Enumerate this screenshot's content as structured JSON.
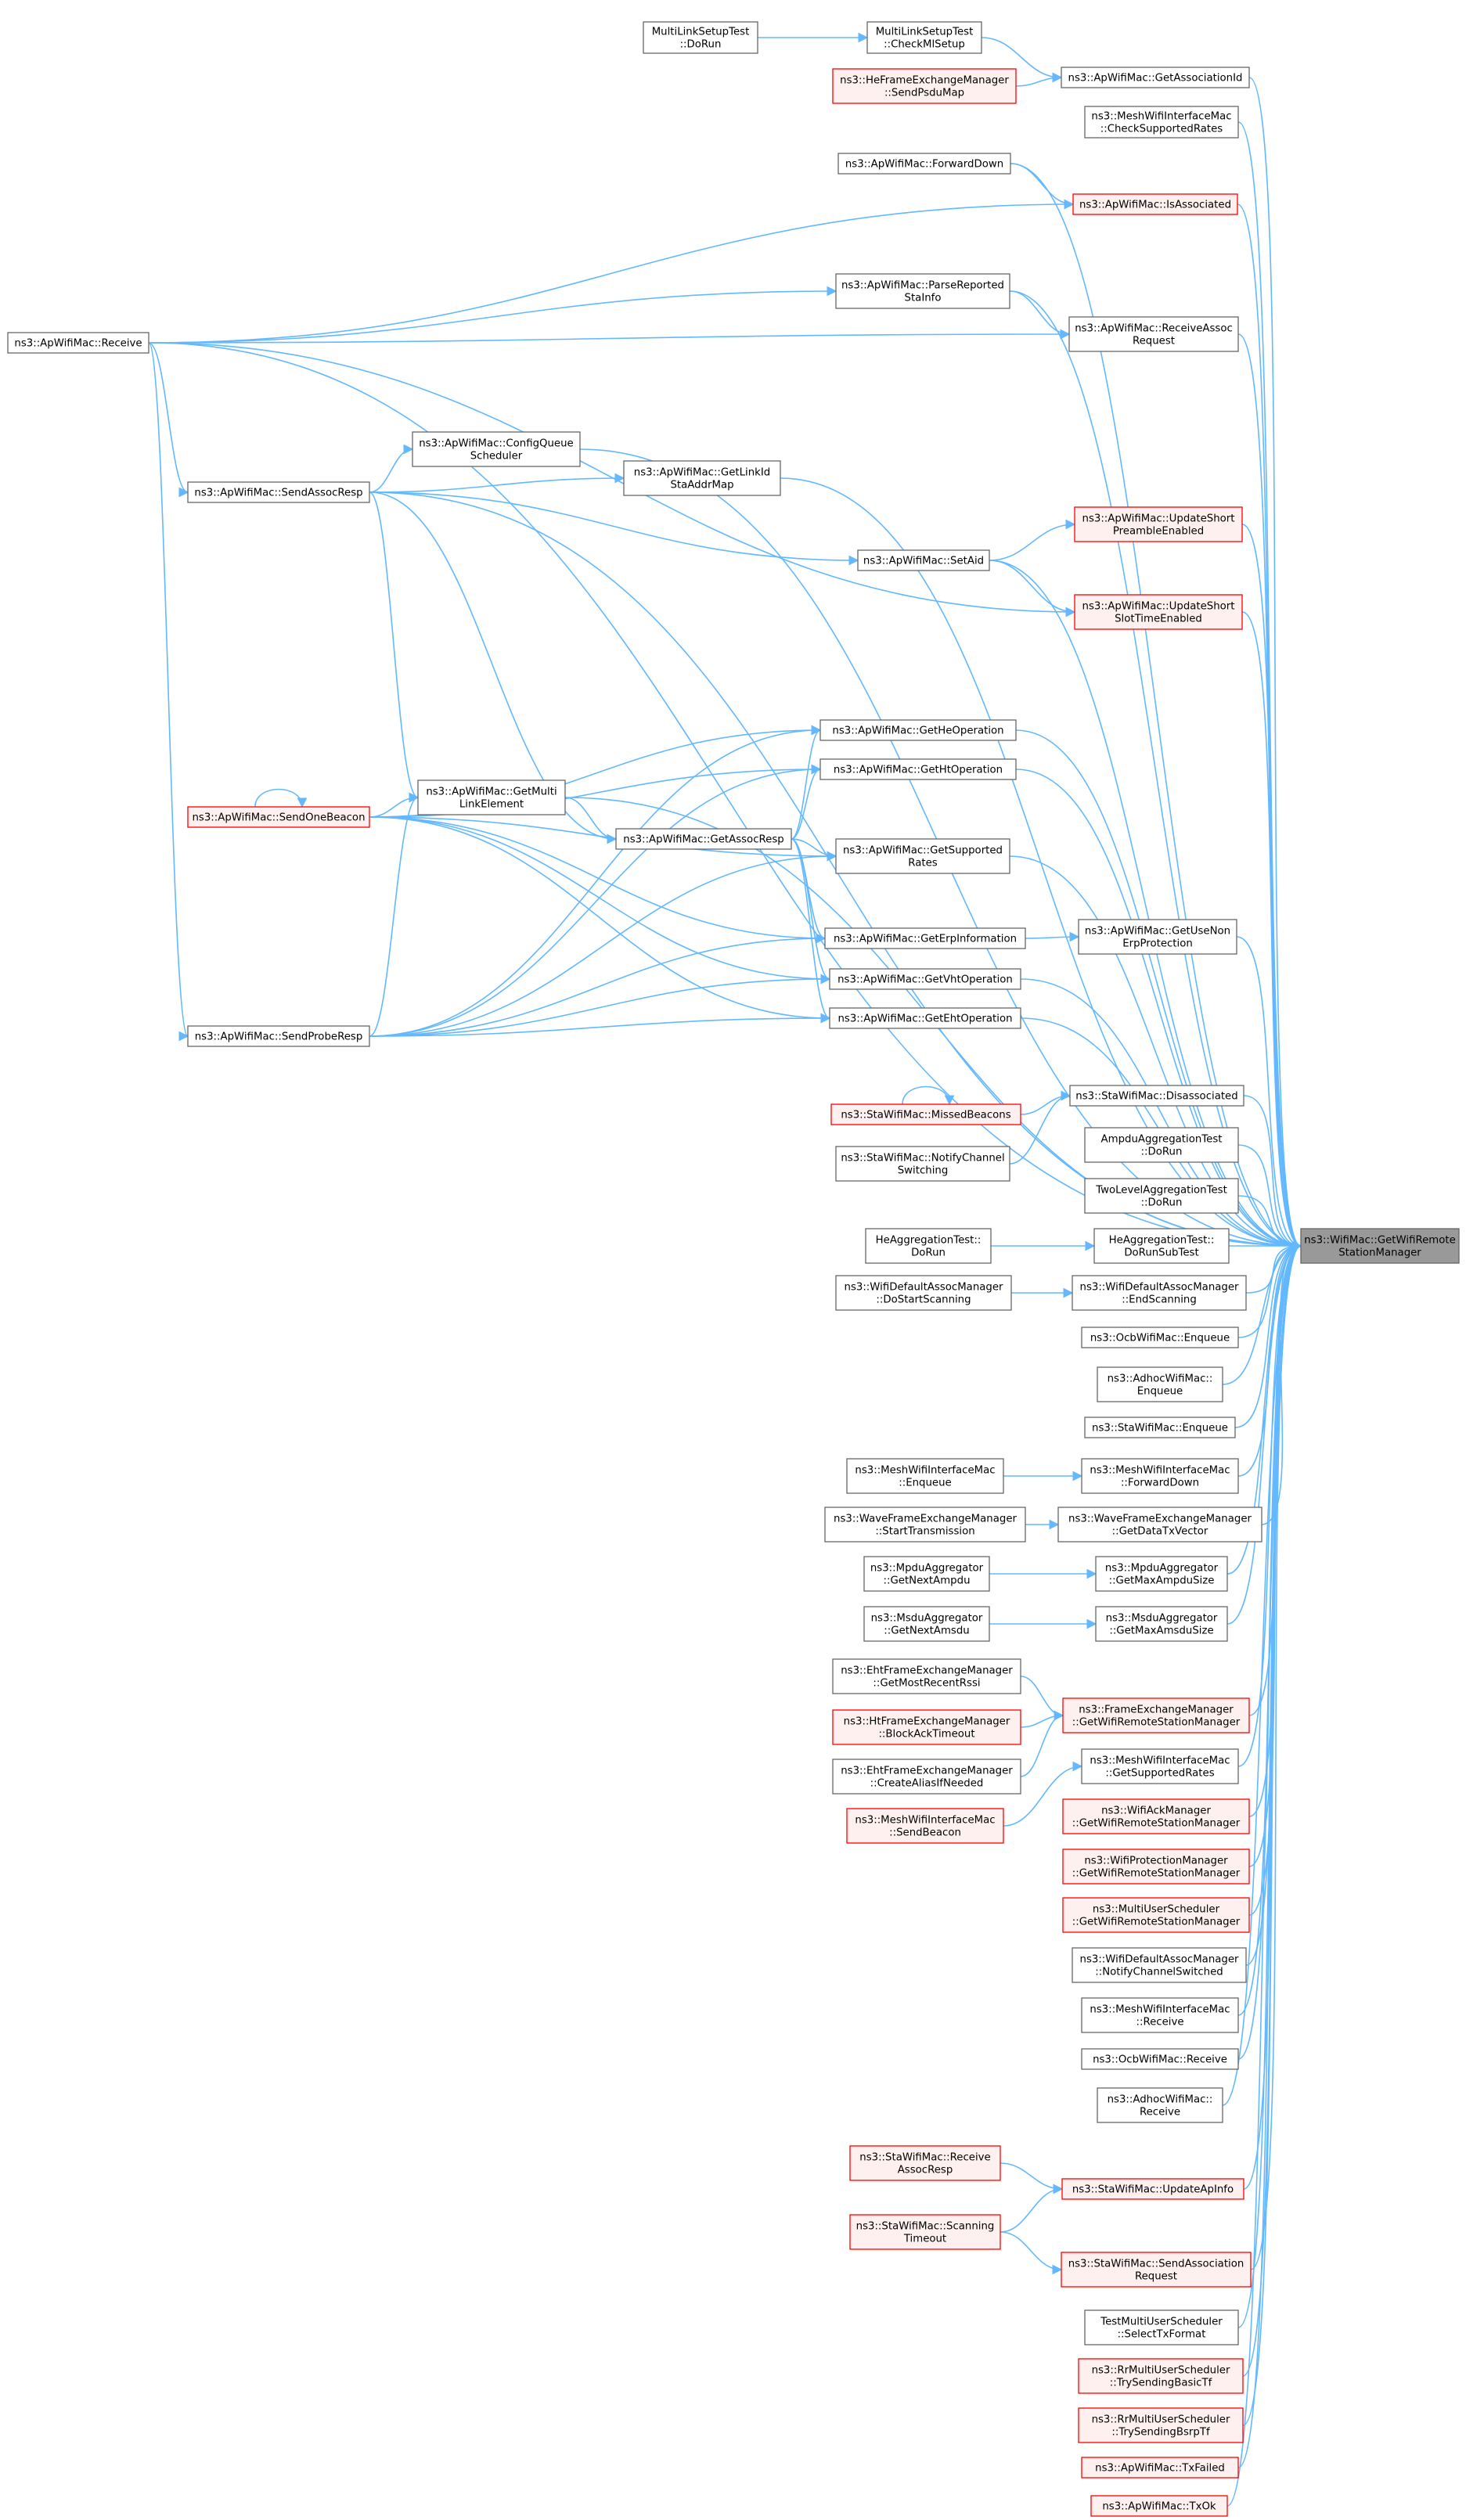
{
  "colors": {
    "edge": "#63b8ff",
    "normal_fill": "#ffffff",
    "normal_border": "#666666",
    "truncated_fill": "#fff0f0",
    "truncated_border": "#ff0000",
    "root_fill": "#999999",
    "root_border": "#666666"
  },
  "nodes": [
    {
      "id": "multilink_dorun",
      "lines": [
        "MultiLinkSetupTest",
        "::DoRun"
      ],
      "style": "normal"
    },
    {
      "id": "multilink_checkml",
      "lines": [
        "MultiLinkSetupTest",
        "::CheckMlSetup"
      ],
      "style": "normal"
    },
    {
      "id": "he_sendpsdumap",
      "lines": [
        "ns3::HeFrameExchangeManager",
        "::SendPsduMap"
      ],
      "style": "truncated"
    },
    {
      "id": "ap_getassociationid",
      "lines": [
        "ns3::ApWifiMac::GetAssociationId"
      ],
      "style": "normal"
    },
    {
      "id": "mesh_checksupportedrates",
      "lines": [
        "ns3::MeshWifiInterfaceMac",
        "::CheckSupportedRates"
      ],
      "style": "normal"
    },
    {
      "id": "ap_forwarddown",
      "lines": [
        "ns3::ApWifiMac::ForwardDown"
      ],
      "style": "normal"
    },
    {
      "id": "ap_isassociated",
      "lines": [
        "ns3::ApWifiMac::IsAssociated"
      ],
      "style": "truncated"
    },
    {
      "id": "ap_parsereported",
      "lines": [
        "ns3::ApWifiMac::ParseReported",
        "StaInfo"
      ],
      "style": "normal"
    },
    {
      "id": "ap_receive",
      "lines": [
        "ns3::ApWifiMac::Receive"
      ],
      "style": "normal"
    },
    {
      "id": "ap_receiveassoc",
      "lines": [
        "ns3::ApWifiMac::ReceiveAssoc",
        "Request"
      ],
      "style": "normal"
    },
    {
      "id": "ap_configqueue",
      "lines": [
        "ns3::ApWifiMac::ConfigQueue",
        "Scheduler"
      ],
      "style": "normal"
    },
    {
      "id": "ap_getlinkid",
      "lines": [
        "ns3::ApWifiMac::GetLinkId",
        "StaAddrMap"
      ],
      "style": "normal"
    },
    {
      "id": "ap_sendassocresp",
      "lines": [
        "ns3::ApWifiMac::SendAssocResp"
      ],
      "style": "normal"
    },
    {
      "id": "ap_updateshortpreamble",
      "lines": [
        "ns3::ApWifiMac::UpdateShort",
        "PreambleEnabled"
      ],
      "style": "truncated"
    },
    {
      "id": "ap_setaid",
      "lines": [
        "ns3::ApWifiMac::SetAid"
      ],
      "style": "normal"
    },
    {
      "id": "ap_updateshortslot",
      "lines": [
        "ns3::ApWifiMac::UpdateShort",
        "SlotTimeEnabled"
      ],
      "style": "truncated"
    },
    {
      "id": "ap_getheoperation",
      "lines": [
        "ns3::ApWifiMac::GetHeOperation"
      ],
      "style": "normal"
    },
    {
      "id": "ap_gethtoperation",
      "lines": [
        "ns3::ApWifiMac::GetHtOperation"
      ],
      "style": "normal"
    },
    {
      "id": "ap_getmultilink",
      "lines": [
        "ns3::ApWifiMac::GetMulti",
        "LinkElement"
      ],
      "style": "normal"
    },
    {
      "id": "ap_sendonebeacon",
      "lines": [
        "ns3::ApWifiMac::SendOneBeacon"
      ],
      "style": "truncated"
    },
    {
      "id": "ap_getassocresp",
      "lines": [
        "ns3::ApWifiMac::GetAssocResp"
      ],
      "style": "normal"
    },
    {
      "id": "ap_getsupportedrates",
      "lines": [
        "ns3::ApWifiMac::GetSupported",
        "Rates"
      ],
      "style": "normal"
    },
    {
      "id": "ap_geterpinfo",
      "lines": [
        "ns3::ApWifiMac::GetErpInformation"
      ],
      "style": "normal"
    },
    {
      "id": "ap_getusenonerp",
      "lines": [
        "ns3::ApWifiMac::GetUseNon",
        "ErpProtection"
      ],
      "style": "normal"
    },
    {
      "id": "ap_getvhtoperation",
      "lines": [
        "ns3::ApWifiMac::GetVhtOperation"
      ],
      "style": "normal"
    },
    {
      "id": "ap_sendproberesp",
      "lines": [
        "ns3::ApWifiMac::SendProbeResp"
      ],
      "style": "normal"
    },
    {
      "id": "ap_getehtoperation",
      "lines": [
        "ns3::ApWifiMac::GetEhtOperation"
      ],
      "style": "normal"
    },
    {
      "id": "sta_missedbeacons",
      "lines": [
        "ns3::StaWifiMac::MissedBeacons"
      ],
      "style": "truncated"
    },
    {
      "id": "sta_disassociated",
      "lines": [
        "ns3::StaWifiMac::Disassociated"
      ],
      "style": "normal"
    },
    {
      "id": "sta_notifychannel",
      "lines": [
        "ns3::StaWifiMac::NotifyChannel",
        "Switching"
      ],
      "style": "normal"
    },
    {
      "id": "ampdu_dorun",
      "lines": [
        "AmpduAggregationTest",
        "::DoRun"
      ],
      "style": "normal"
    },
    {
      "id": "twolevel_dorun",
      "lines": [
        "TwoLevelAggregationTest",
        "::DoRun"
      ],
      "style": "normal"
    },
    {
      "id": "heagg_dorun",
      "lines": [
        "HeAggregationTest::",
        "DoRun"
      ],
      "style": "normal"
    },
    {
      "id": "heagg_dorunsub",
      "lines": [
        "HeAggregationTest::",
        "DoRunSubTest"
      ],
      "style": "normal"
    },
    {
      "id": "root",
      "lines": [
        "ns3::WifiMac::GetWifiRemote",
        "StationManager"
      ],
      "style": "root"
    },
    {
      "id": "wdam_dostartscanning",
      "lines": [
        "ns3::WifiDefaultAssocManager",
        "::DoStartScanning"
      ],
      "style": "normal"
    },
    {
      "id": "wdam_endscanning",
      "lines": [
        "ns3::WifiDefaultAssocManager",
        "::EndScanning"
      ],
      "style": "normal"
    },
    {
      "id": "ocb_enqueue",
      "lines": [
        "ns3::OcbWifiMac::Enqueue"
      ],
      "style": "normal"
    },
    {
      "id": "adhoc_enqueue",
      "lines": [
        "ns3::AdhocWifiMac::",
        "Enqueue"
      ],
      "style": "normal"
    },
    {
      "id": "sta_enqueue",
      "lines": [
        "ns3::StaWifiMac::Enqueue"
      ],
      "style": "normal"
    },
    {
      "id": "mesh_enqueue",
      "lines": [
        "ns3::MeshWifiInterfaceMac",
        "::Enqueue"
      ],
      "style": "normal"
    },
    {
      "id": "mesh_forwarddown",
      "lines": [
        "ns3::MeshWifiInterfaceMac",
        "::ForwardDown"
      ],
      "style": "normal"
    },
    {
      "id": "wave_starttx",
      "lines": [
        "ns3::WaveFrameExchangeManager",
        "::StartTransmission"
      ],
      "style": "normal"
    },
    {
      "id": "wave_getdatatx",
      "lines": [
        "ns3::WaveFrameExchangeManager",
        "::GetDataTxVector"
      ],
      "style": "normal"
    },
    {
      "id": "mpdu_getnext",
      "lines": [
        "ns3::MpduAggregator",
        "::GetNextAmpdu"
      ],
      "style": "normal"
    },
    {
      "id": "mpdu_getmax",
      "lines": [
        "ns3::MpduAggregator",
        "::GetMaxAmpduSize"
      ],
      "style": "normal"
    },
    {
      "id": "msdu_getnext",
      "lines": [
        "ns3::MsduAggregator",
        "::GetNextAmsdu"
      ],
      "style": "normal"
    },
    {
      "id": "msdu_getmax",
      "lines": [
        "ns3::MsduAggregator",
        "::GetMaxAmsduSize"
      ],
      "style": "normal"
    },
    {
      "id": "eht_getmostrecentrssi",
      "lines": [
        "ns3::EhtFrameExchangeManager",
        "::GetMostRecentRssi"
      ],
      "style": "normal"
    },
    {
      "id": "fem_getwrsm",
      "lines": [
        "ns3::FrameExchangeManager",
        "::GetWifiRemoteStationManager"
      ],
      "style": "truncated"
    },
    {
      "id": "ht_blockacktimeout",
      "lines": [
        "ns3::HtFrameExchangeManager",
        "::BlockAckTimeout"
      ],
      "style": "truncated"
    },
    {
      "id": "eht_createalias",
      "lines": [
        "ns3::EhtFrameExchangeManager",
        "::CreateAliasIfNeeded"
      ],
      "style": "normal"
    },
    {
      "id": "mesh_getsupportedrates",
      "lines": [
        "ns3::MeshWifiInterfaceMac",
        "::GetSupportedRates"
      ],
      "style": "normal"
    },
    {
      "id": "mesh_sendbeacon",
      "lines": [
        "ns3::MeshWifiInterfaceMac",
        "::SendBeacon"
      ],
      "style": "truncated"
    },
    {
      "id": "ack_getwrsm",
      "lines": [
        "ns3::WifiAckManager",
        "::GetWifiRemoteStationManager"
      ],
      "style": "truncated"
    },
    {
      "id": "prot_getwrsm",
      "lines": [
        "ns3::WifiProtectionManager",
        "::GetWifiRemoteStationManager"
      ],
      "style": "truncated"
    },
    {
      "id": "mus_getwrsm",
      "lines": [
        "ns3::MultiUserScheduler",
        "::GetWifiRemoteStationManager"
      ],
      "style": "truncated"
    },
    {
      "id": "wdam_notifychannel",
      "lines": [
        "ns3::WifiDefaultAssocManager",
        "::NotifyChannelSwitched"
      ],
      "style": "normal"
    },
    {
      "id": "mesh_receive",
      "lines": [
        "ns3::MeshWifiInterfaceMac",
        "::Receive"
      ],
      "style": "normal"
    },
    {
      "id": "ocb_receive",
      "lines": [
        "ns3::OcbWifiMac::Receive"
      ],
      "style": "normal"
    },
    {
      "id": "adhoc_receive",
      "lines": [
        "ns3::AdhocWifiMac::",
        "Receive"
      ],
      "style": "normal"
    },
    {
      "id": "sta_receiveassocresp",
      "lines": [
        "ns3::StaWifiMac::Receive",
        "AssocResp"
      ],
      "style": "truncated"
    },
    {
      "id": "sta_updateapinfo",
      "lines": [
        "ns3::StaWifiMac::UpdateApInfo"
      ],
      "style": "truncated"
    },
    {
      "id": "sta_scanningtimeout",
      "lines": [
        "ns3::StaWifiMac::Scanning",
        "Timeout"
      ],
      "style": "truncated"
    },
    {
      "id": "sta_sendassocreq",
      "lines": [
        "ns3::StaWifiMac::SendAssociation",
        "Request"
      ],
      "style": "truncated"
    },
    {
      "id": "testmus_selecttx",
      "lines": [
        "TestMultiUserScheduler",
        "::SelectTxFormat"
      ],
      "style": "normal"
    },
    {
      "id": "rr_trysendingbasic",
      "lines": [
        "ns3::RrMultiUserScheduler",
        "::TrySendingBasicTf"
      ],
      "style": "truncated"
    },
    {
      "id": "rr_trysendingbsrp",
      "lines": [
        "ns3::RrMultiUserScheduler",
        "::TrySendingBsrpTf"
      ],
      "style": "truncated"
    },
    {
      "id": "ap_txfailed",
      "lines": [
        "ns3::ApWifiMac::TxFailed"
      ],
      "style": "truncated"
    },
    {
      "id": "ap_txok",
      "lines": [
        "ns3::ApWifiMac::TxOk"
      ],
      "style": "truncated"
    }
  ]
}
